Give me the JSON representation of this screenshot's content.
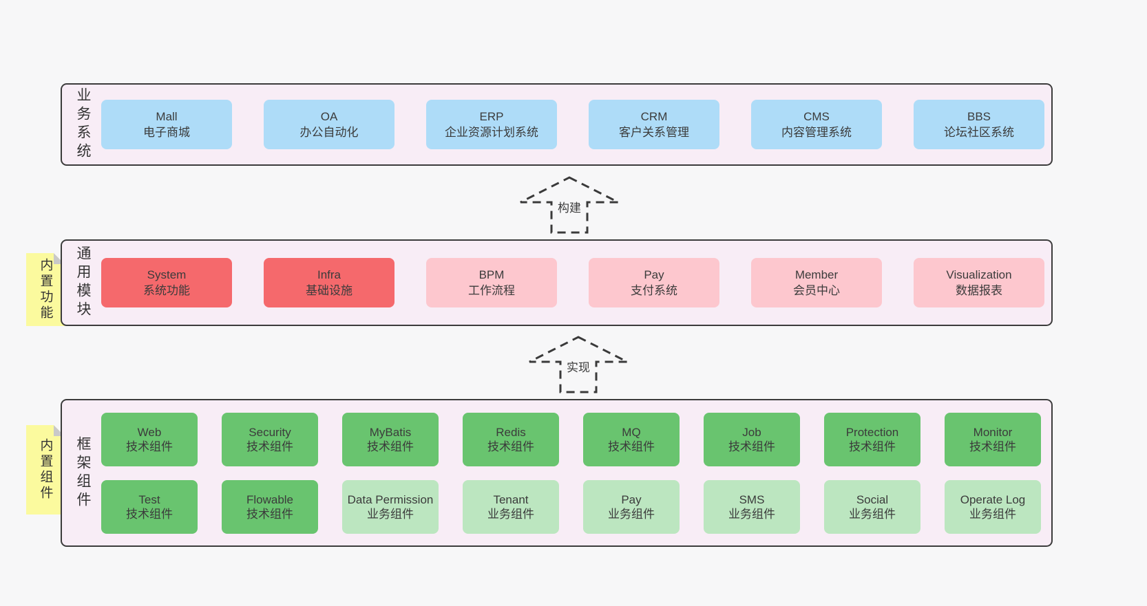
{
  "colors": {
    "page_bg": "#f7f7f8",
    "panel_bg": "#f8edf6",
    "panel_border": "#3b3b3b",
    "blue": "#aedcf8",
    "red": "#f5696c",
    "pink": "#fdc7ce",
    "green": "#69c46f",
    "light_green": "#bce6c0",
    "note_yellow": "#fbfa9e",
    "note_fold": "#c9c9c9",
    "text": "#3b3b3b"
  },
  "arrows": [
    {
      "label": "构建"
    },
    {
      "label": "实现"
    }
  ],
  "notes": [
    {
      "text": "内置功能"
    },
    {
      "text": "内置组件"
    }
  ],
  "layers": [
    {
      "label": "业务系统",
      "boxes": [
        {
          "title": "Mall",
          "subtitle": "电子商城",
          "variant": "blue"
        },
        {
          "title": "OA",
          "subtitle": "办公自动化",
          "variant": "blue"
        },
        {
          "title": "ERP",
          "subtitle": "企业资源计划系统",
          "variant": "blue"
        },
        {
          "title": "CRM",
          "subtitle": "客户关系管理",
          "variant": "blue"
        },
        {
          "title": "CMS",
          "subtitle": "内容管理系统",
          "variant": "blue"
        },
        {
          "title": "BBS",
          "subtitle": "论坛社区系统",
          "variant": "blue"
        }
      ]
    },
    {
      "label": "通用模块",
      "boxes": [
        {
          "title": "System",
          "subtitle": "系统功能",
          "variant": "red"
        },
        {
          "title": "Infra",
          "subtitle": "基础设施",
          "variant": "red"
        },
        {
          "title": "BPM",
          "subtitle": "工作流程",
          "variant": "pink"
        },
        {
          "title": "Pay",
          "subtitle": "支付系统",
          "variant": "pink"
        },
        {
          "title": "Member",
          "subtitle": "会员中心",
          "variant": "pink"
        },
        {
          "title": "Visualization",
          "subtitle": "数据报表",
          "variant": "pink"
        }
      ]
    },
    {
      "label": "框架组件",
      "rows": [
        [
          {
            "title": "Web",
            "subtitle": "技术组件",
            "variant": "green"
          },
          {
            "title": "Security",
            "subtitle": "技术组件",
            "variant": "green"
          },
          {
            "title": "MyBatis",
            "subtitle": "技术组件",
            "variant": "green"
          },
          {
            "title": "Redis",
            "subtitle": "技术组件",
            "variant": "green"
          },
          {
            "title": "MQ",
            "subtitle": "技术组件",
            "variant": "green"
          },
          {
            "title": "Job",
            "subtitle": "技术组件",
            "variant": "green"
          },
          {
            "title": "Protection",
            "subtitle": "技术组件",
            "variant": "green"
          },
          {
            "title": "Monitor",
            "subtitle": "技术组件",
            "variant": "green"
          }
        ],
        [
          {
            "title": "Test",
            "subtitle": "技术组件",
            "variant": "green"
          },
          {
            "title": "Flowable",
            "subtitle": "技术组件",
            "variant": "green"
          },
          {
            "title": "Data Permission",
            "subtitle": "业务组件",
            "variant": "lightgreen"
          },
          {
            "title": "Tenant",
            "subtitle": "业务组件",
            "variant": "lightgreen"
          },
          {
            "title": "Pay",
            "subtitle": "业务组件",
            "variant": "lightgreen"
          },
          {
            "title": "SMS",
            "subtitle": "业务组件",
            "variant": "lightgreen"
          },
          {
            "title": "Social",
            "subtitle": "业务组件",
            "variant": "lightgreen"
          },
          {
            "title": "Operate Log",
            "subtitle": "业务组件",
            "variant": "lightgreen"
          }
        ]
      ]
    }
  ]
}
